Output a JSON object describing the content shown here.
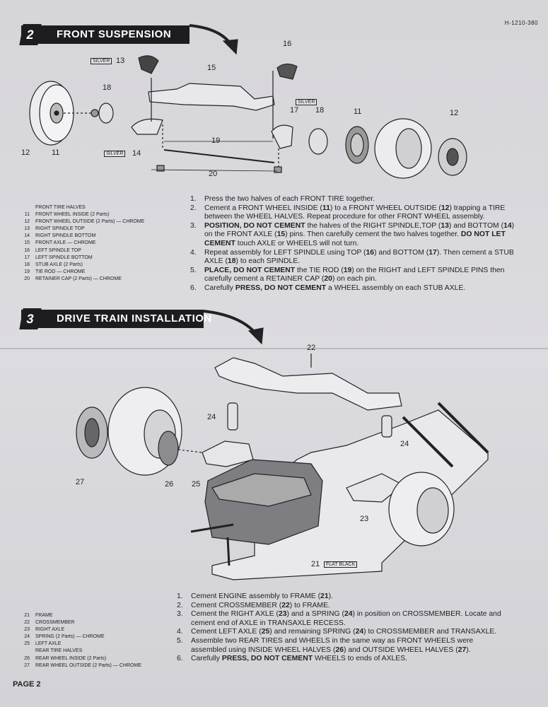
{
  "doc_code": "H-1210-380",
  "section2": {
    "number": "2",
    "title": "FRONT SUSPENSION",
    "tags": {
      "silver_a": "SILVER",
      "silver_b": "SILVER",
      "silver_c": "SILVER"
    },
    "callouts": [
      "13",
      "16",
      "15",
      "18",
      "17",
      "18",
      "11",
      "12",
      "12",
      "11",
      "14",
      "19",
      "20"
    ],
    "legend": [
      {
        "n": "",
        "t": "FRONT TIRE HALVES"
      },
      {
        "n": "11",
        "t": "FRONT WHEEL INSIDE (2 Parts)"
      },
      {
        "n": "12",
        "t": "FRONT WHEEL OUTSIDE (2 Parts) — CHROME"
      },
      {
        "n": "13",
        "t": "RIGHT SPINDLE TOP"
      },
      {
        "n": "14",
        "t": "RIGHT SPINDLE BOTTOM"
      },
      {
        "n": "15",
        "t": "FRONT AXLE — CHROME"
      },
      {
        "n": "16",
        "t": "LEFT SPINDLE TOP"
      },
      {
        "n": "17",
        "t": "LEFT SPINDLE BOTTOM"
      },
      {
        "n": "18",
        "t": "STUB AXLE (2 Parts)"
      },
      {
        "n": "19",
        "t": "TIE ROD — CHROME"
      },
      {
        "n": "20",
        "t": "RETAINER CAP (2 Parts) — CHROME"
      }
    ]
  },
  "section3": {
    "number": "3",
    "title": "DRIVE TRAIN INSTALLATION",
    "tag_flat_black": "FLAT BLACK",
    "callouts": [
      "22",
      "24",
      "24",
      "27",
      "26",
      "25",
      "23",
      "21"
    ],
    "legend": [
      {
        "n": "21",
        "t": "FRAME"
      },
      {
        "n": "22",
        "t": "CROSSMEMBER"
      },
      {
        "n": "23",
        "t": "RIGHT AXLE"
      },
      {
        "n": "24",
        "t": "SPRING (2 Parts) — CHROME"
      },
      {
        "n": "25",
        "t": "LEFT AXLE"
      },
      {
        "n": "",
        "t": "REAR TIRE HALVES"
      },
      {
        "n": "26",
        "t": "REAR WHEEL INSIDE (2 Parts)"
      },
      {
        "n": "27",
        "t": "REAR WHEEL OUTSIDE (2 Parts) — CHROME"
      }
    ]
  },
  "page_label": "PAGE 2"
}
